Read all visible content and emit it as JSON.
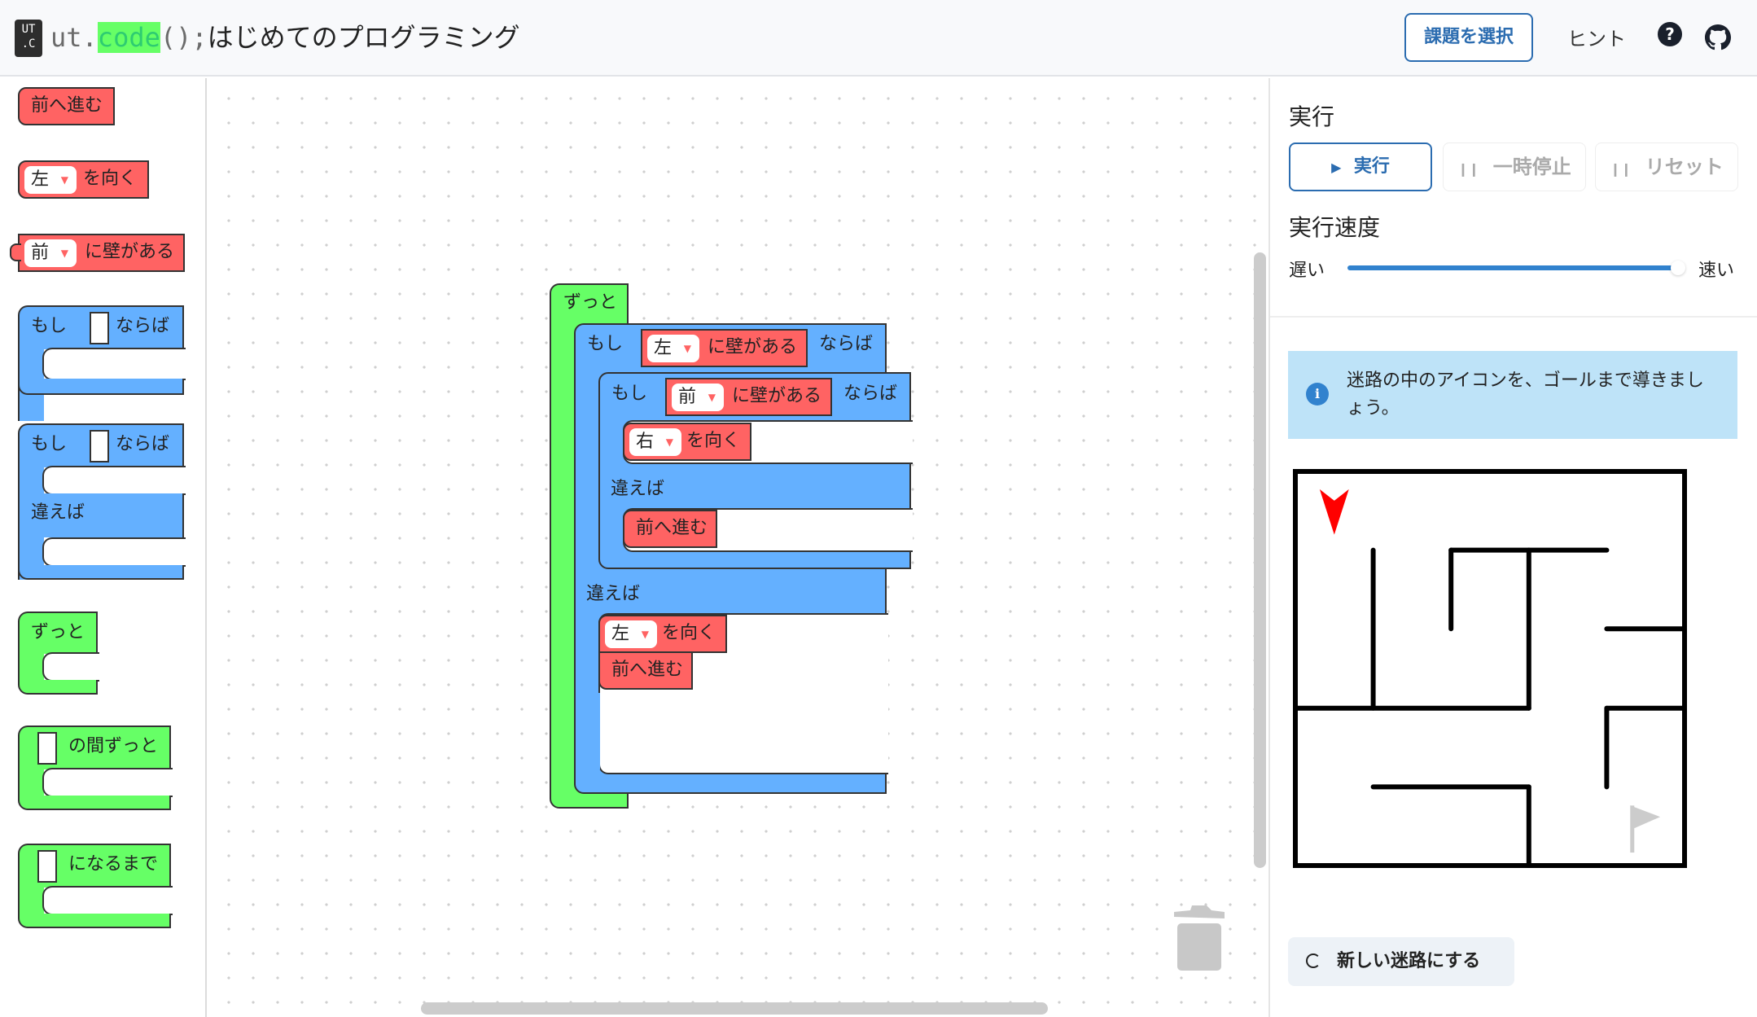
{
  "header": {
    "logo_top": "UT",
    "logo_bottom": ".C",
    "title_prefix": "ut.",
    "title_code": "code",
    "title_parens": "();",
    "title_jp": "はじめてのプログラミング",
    "select_task_button": "課題を選択",
    "hint_link": "ヒント",
    "help_icon": "question-circle-icon",
    "github_icon": "github-icon"
  },
  "toolbox": {
    "blocks": [
      {
        "type": "move_forward",
        "label": "前へ進む",
        "color": "#ff6363"
      },
      {
        "type": "turn",
        "dropdown": "左",
        "label": "を向く",
        "color": "#ff6363"
      },
      {
        "type": "wall_check",
        "dropdown": "前",
        "label": "に壁がある",
        "color": "#ff6363"
      },
      {
        "type": "if",
        "label_if": "もし",
        "label_then": "ならば",
        "color": "#64b0ff"
      },
      {
        "type": "if_else",
        "label_if": "もし",
        "label_then": "ならば",
        "label_else": "違えば",
        "color": "#64b0ff"
      },
      {
        "type": "forever",
        "label": "ずっと",
        "color": "#66ff66"
      },
      {
        "type": "while",
        "label": "の間ずっと",
        "color": "#66ff66"
      },
      {
        "type": "until",
        "label": "になるまで",
        "color": "#66ff66"
      }
    ]
  },
  "workspace": {
    "program": {
      "forever_label": "ずっと",
      "outer_if": {
        "if_label": "もし",
        "condition_dropdown": "左",
        "condition_label": "に壁がある",
        "then_label": "ならば",
        "inner_if": {
          "if_label": "もし",
          "condition_dropdown": "前",
          "condition_label": "に壁がある",
          "then_label": "ならば",
          "then_turn_dropdown": "右",
          "then_turn_label": "を向く",
          "else_label": "違えば",
          "else_move_label": "前へ進む"
        },
        "else_label": "違えば",
        "else_turn_dropdown": "左",
        "else_turn_label": "を向く",
        "else_move_label": "前へ進む"
      }
    },
    "trash_icon": "trash-can-icon"
  },
  "right_panel": {
    "run_section_title": "実行",
    "run_button": "実行",
    "pause_button": "一時停止",
    "reset_button": "リセット",
    "speed_title": "実行速度",
    "speed_slow": "遅い",
    "speed_fast": "速い",
    "speed_value_percent": 100,
    "info_text": "迷路の中のアイコンを、ゴールまで導きましょう。",
    "new_maze_button": "新しい迷路にする",
    "maze": {
      "size": 5,
      "player": {
        "col": 0,
        "row": 0,
        "direction": "down",
        "color": "#ff0000"
      },
      "goal": {
        "col": 4,
        "row": 4,
        "icon": "flag-icon",
        "color": "#cccccc"
      }
    }
  }
}
